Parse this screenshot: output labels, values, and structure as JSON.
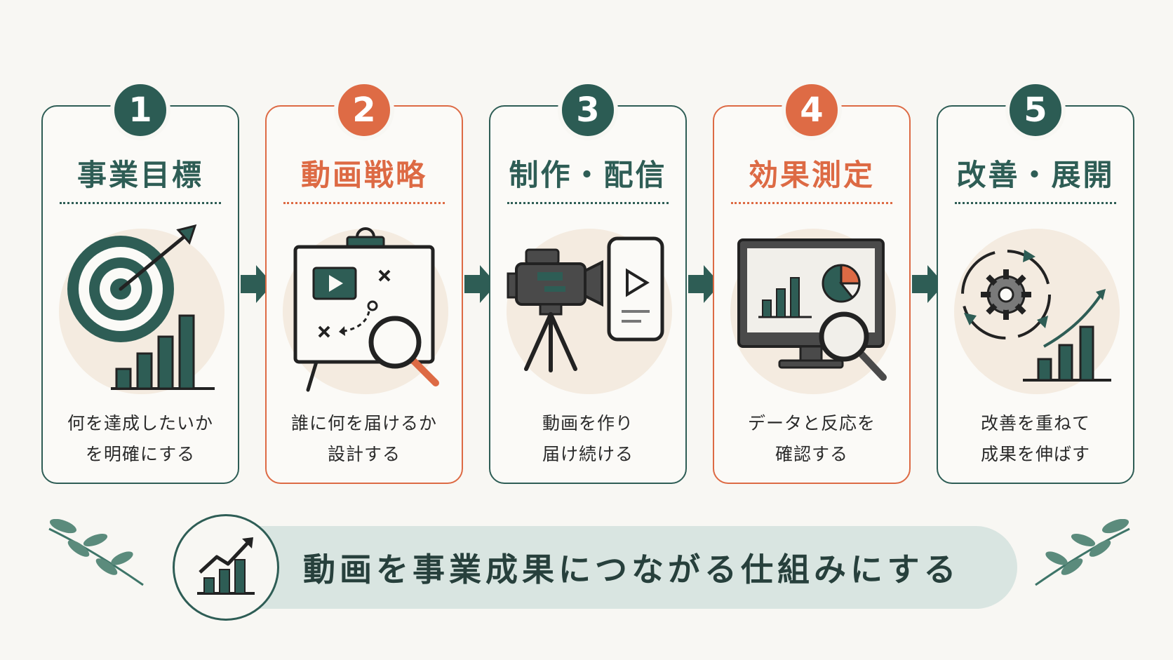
{
  "steps": [
    {
      "number": "1",
      "title": "事業目標",
      "desc": [
        "何を達成したいか",
        "を明確にする"
      ],
      "accent": "#2e5d55",
      "icon": "target-icon"
    },
    {
      "number": "2",
      "title": "動画戦略",
      "desc": [
        "誰に何を届けるか",
        "設計する"
      ],
      "accent": "#dd6a44",
      "icon": "strategy-board-icon"
    },
    {
      "number": "3",
      "title": "制作・配信",
      "desc": [
        "動画を作り",
        "届け続ける"
      ],
      "accent": "#2e5d55",
      "icon": "video-camera-icon"
    },
    {
      "number": "4",
      "title": "効果測定",
      "desc": [
        "データと反応を",
        "確認する"
      ],
      "accent": "#dd6a44",
      "icon": "monitor-analytics-icon"
    },
    {
      "number": "5",
      "title": "改善・展開",
      "desc": [
        "改善を重ねて",
        "成果を伸ばす"
      ],
      "accent": "#2e5d55",
      "icon": "gear-cycle-icon"
    }
  ],
  "banner": {
    "text": "動画を事業成果につながる仕組みにする",
    "icon": "growth-chart-icon"
  },
  "colors": {
    "teal": "#2e5d55",
    "orange": "#dd6a44",
    "background": "#f8f7f3",
    "banner": "#d9e5e1"
  }
}
